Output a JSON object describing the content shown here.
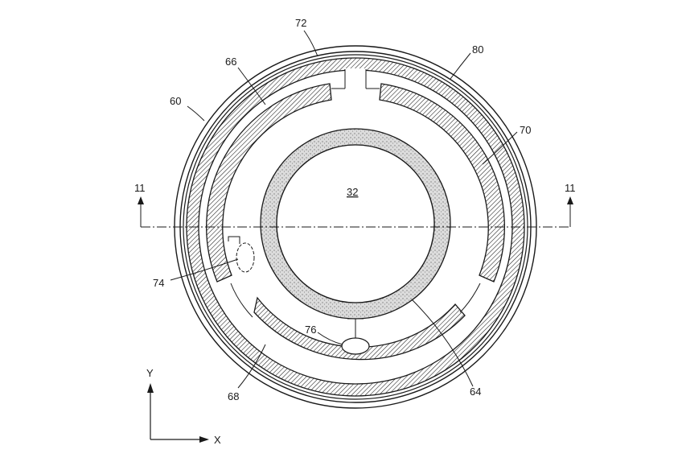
{
  "labels": {
    "center": "32",
    "ref_72": "72",
    "ref_80": "80",
    "ref_66": "66",
    "ref_60": "60",
    "ref_70": "70",
    "section_left": "11",
    "section_right": "11",
    "ref_74": "74",
    "ref_76": "76",
    "ref_68": "68",
    "ref_64": "64",
    "axis_y": "Y",
    "axis_x": "X"
  },
  "colors": {
    "line": "#1a1a1a",
    "hatch": "#1a1a1a",
    "stipple": "#9a9a9a",
    "background": "#ffffff"
  }
}
